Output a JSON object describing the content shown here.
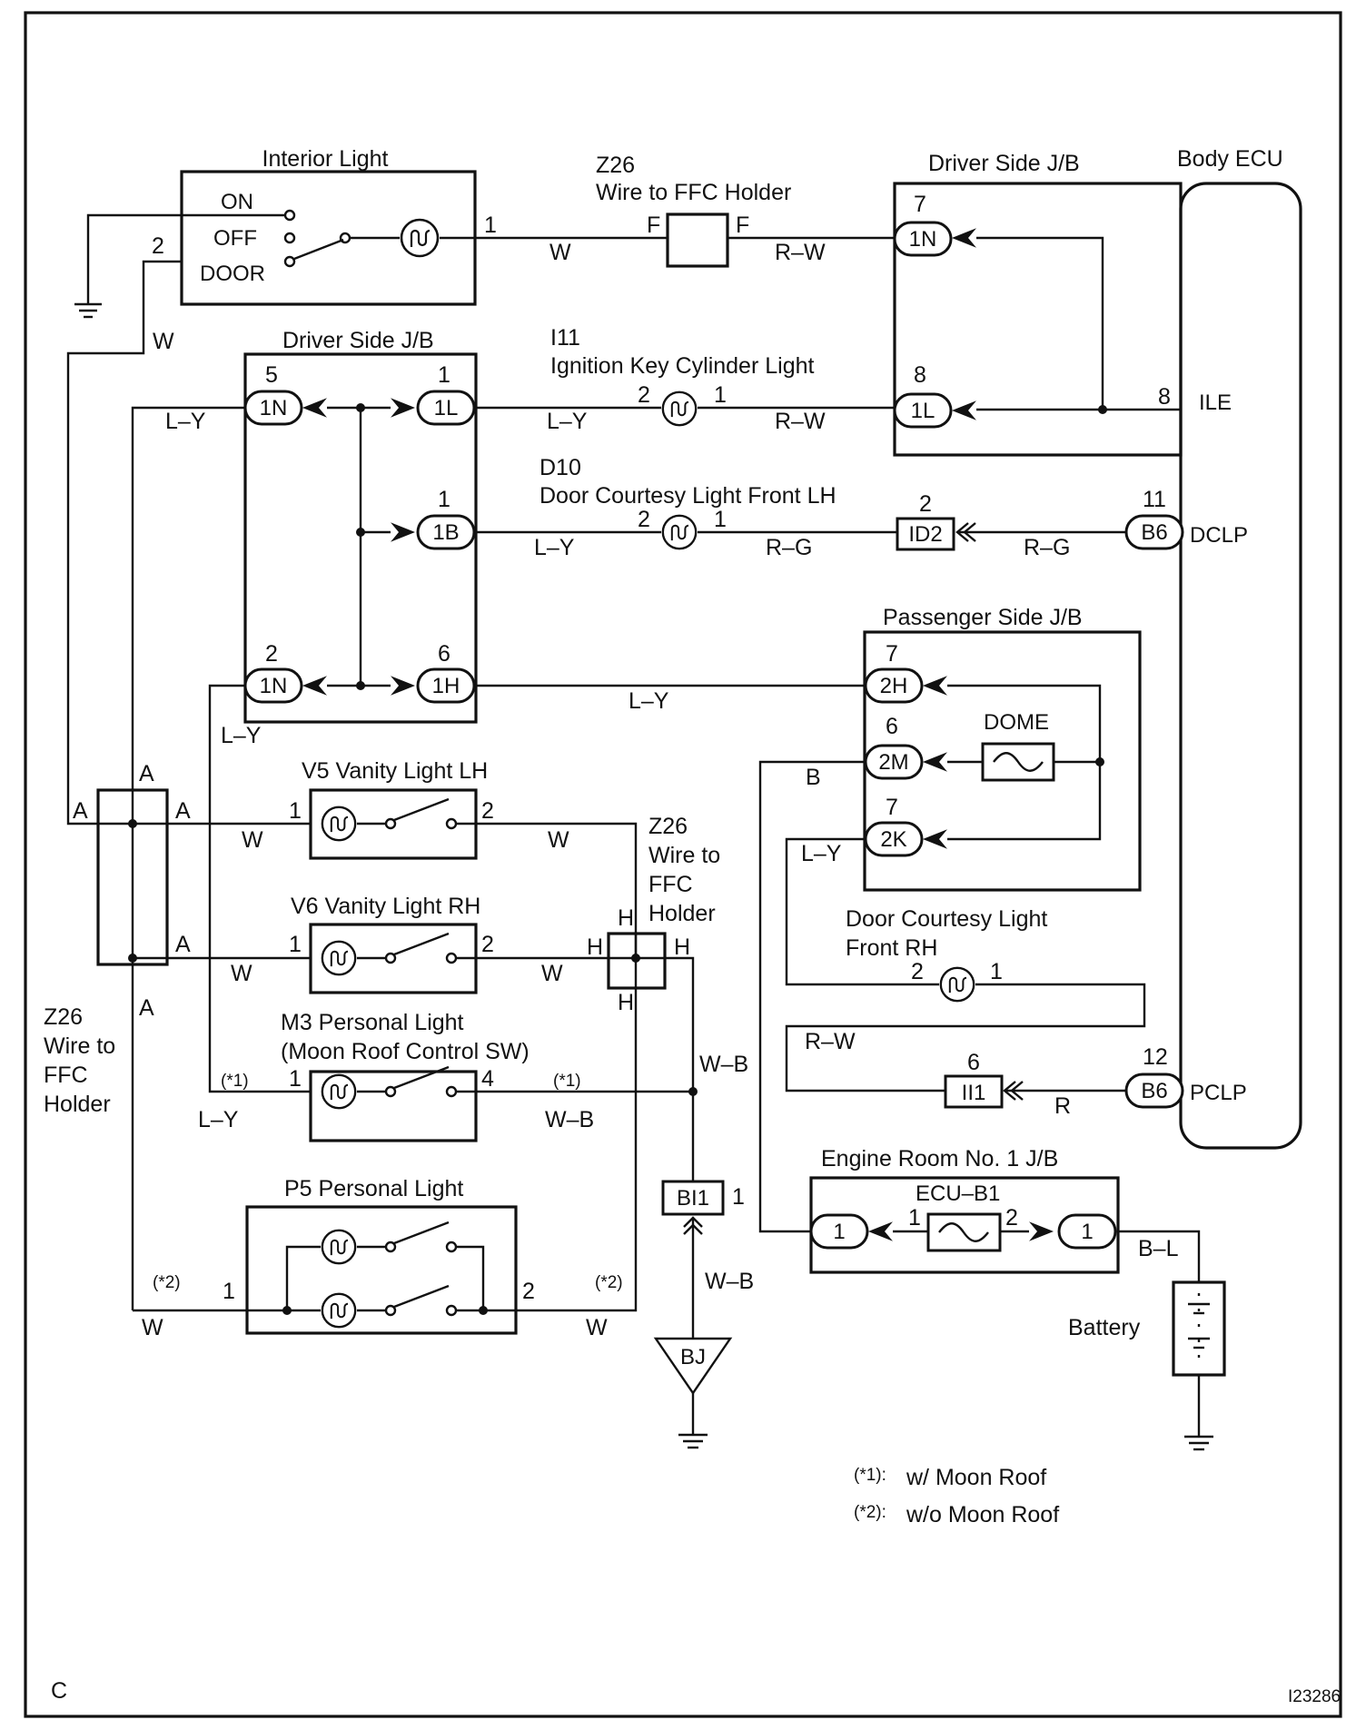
{
  "labels": {
    "interior_light": "Interior Light",
    "sw_on": "ON",
    "sw_off": "OFF",
    "sw_door": "DOOR",
    "z26_top_code": "Z26",
    "z26_top_name": "Wire to FFC Holder",
    "driver_jb_top": "Driver Side J/B",
    "body_ecu": "Body ECU",
    "driver_jb_left": "Driver Side J/B",
    "i11_code": "I11",
    "i11_name": "Ignition Key Cylinder Light",
    "d10_code": "D10",
    "d10_name": "Door Courtesy Light Front LH",
    "passenger_jb": "Passenger Side J/B",
    "dome": "DOME",
    "v5": "V5 Vanity Light LH",
    "v6": "V6 Vanity Light RH",
    "z26_mid_code": "Z26",
    "z26_mid_l1": "Wire to",
    "z26_mid_l2": "FFC",
    "z26_mid_l3": "Holder",
    "z26_left_code": "Z26",
    "z26_left_l1": "Wire to",
    "z26_left_l2": "FFC",
    "z26_left_l3": "Holder",
    "dcl_rh_l1": "Door Courtesy Light",
    "dcl_rh_l2": "Front RH",
    "m3_l1": "M3 Personal Light",
    "m3_l2": "(Moon Roof Control SW)",
    "p5": "P5 Personal Light",
    "engine_jb": "Engine Room No. 1 J/B",
    "ecu_b1": "ECU–B1",
    "battery": "Battery",
    "ground_bj": "BJ",
    "note1_mark": "(*1):",
    "note1_text": "w/ Moon Roof",
    "note2_mark": "(*2):",
    "note2_text": "w/o Moon Roof",
    "page_letter": "C",
    "figure_id": "I23286"
  },
  "pins": {
    "il_door": "2",
    "il_out": "1",
    "z26_f_left": "F",
    "z26_f_right": "F",
    "jb_top_1n": "7",
    "jb_top_1l": "8",
    "ecu_ile": "8",
    "jbl_1n_top": "5",
    "jbl_1l": "1",
    "jbl_1b": "1",
    "jbl_1n_bot": "2",
    "jbl_1h": "6",
    "i11_in": "2",
    "i11_out": "1",
    "d10_in": "2",
    "d10_out": "1",
    "id2_pin": "2",
    "b6_top": "11",
    "pj_2h": "7",
    "pj_2m": "6",
    "pj_2k": "7",
    "v5_in": "1",
    "v5_out": "2",
    "v6_in": "1",
    "v6_out": "2",
    "z26_a_top": "A",
    "z26_a_left": "A",
    "z26_a_right1": "A",
    "z26_a_right2": "A",
    "z26_a_bot": "A",
    "z26_h_top": "H",
    "z26_h_left": "H",
    "z26_h_right": "H",
    "z26_h_bot": "H",
    "dcl_rh_in": "2",
    "dcl_rh_out": "1",
    "iii1_pin": "6",
    "b6_bot": "12",
    "m3_in": "1",
    "m3_out": "4",
    "m3_note_in": "(*1)",
    "m3_note_out": "(*1)",
    "p5_in": "1",
    "p5_out": "2",
    "p5_note_in": "(*2)",
    "p5_note_out": "(*2)",
    "bi1_pin": "1",
    "ecub1_in": "1",
    "ecub1_out": "2"
  },
  "connectors": {
    "c_1n_top": "1N",
    "c_1l_top": "1L",
    "c_1n_l": "1N",
    "c_1l_l": "1L",
    "c_1b": "1B",
    "c_1n_l2": "1N",
    "c_1h": "1H",
    "c_id2": "ID2",
    "c_b6_top": "B6",
    "c_b6_bot": "B6",
    "c_iii1": "II1",
    "c_bi1": "BI1",
    "c_2h": "2H",
    "c_2m": "2M",
    "c_2k": "2K",
    "c_er_left": "1",
    "c_er_right": "1"
  },
  "terminals": {
    "ile": "ILE",
    "dclp": "DCLP",
    "pclp": "PCLP"
  },
  "wire_colors": {
    "w1": "W",
    "rw1": "R–W",
    "w_left": "W",
    "ly1": "L–Y",
    "ly2": "L–Y",
    "rw2": "R–W",
    "ly3": "L–Y",
    "rg1": "R–G",
    "rg2": "R–G",
    "ly4": "L–Y",
    "ly5": "L–Y",
    "b1": "B",
    "ly6": "L–Y",
    "w_v5_in": "W",
    "w_v5_out": "W",
    "w_v6_in": "W",
    "w_v6_out": "W",
    "wb1": "W–B",
    "rw3": "R–W",
    "r1": "R",
    "ly7": "L–Y",
    "wb2": "W–B",
    "w_p5_in": "W",
    "w_p5_out": "W",
    "wb3": "W–B",
    "bl": "B–L"
  }
}
